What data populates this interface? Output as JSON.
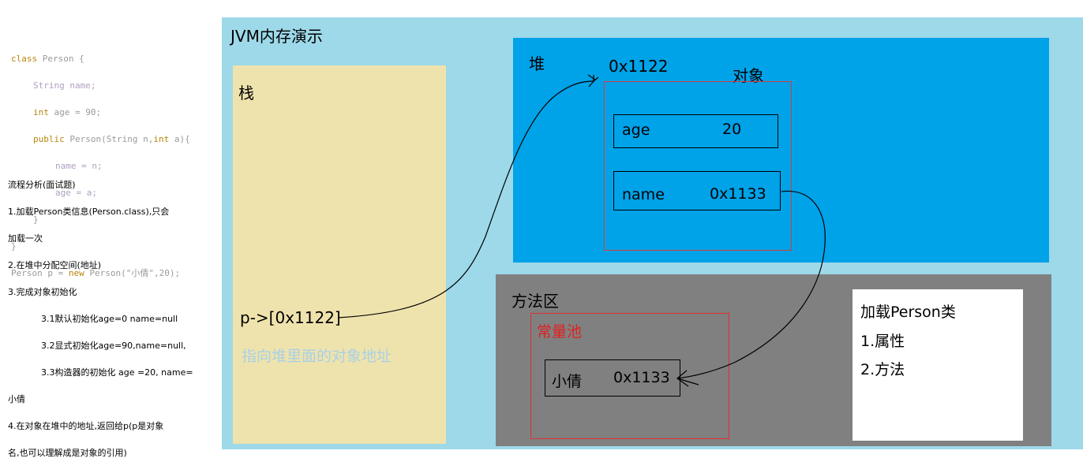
{
  "code": {
    "line1_kw": "class",
    "line1_name": "Person {",
    "line2": "String name;",
    "line3_kw": "int",
    "line3_rest": "age = 90;",
    "line4_kw": "public",
    "line4_name": "Person(String n,",
    "line4_kw2": "int",
    "line4_rest": "a){",
    "line5": "name = n;",
    "line6": "age = a;",
    "line7": "}",
    "line8": "}",
    "line9_a": "Person p =",
    "line9_kw": "new",
    "line9_b": "Person(\"小倩\",20);"
  },
  "notes": [
    "流程分析(面试题)",
    "1.加载Person类信息(Person.class),只会",
    "加载一次",
    "2.在堆中分配空间(地址)",
    "3.完成对象初始化",
    "    3.1默认初始化age=0 name=null",
    "    3.2显式初始化age=90,name=null,",
    "    3.3构造器的初始化 age =20, name=",
    "小倩",
    "4.在对象在堆中的地址,返回给p(p是对象",
    "名,也可以理解成是对象的引用)"
  ],
  "jvm": {
    "title": "JVM内存演示",
    "stack": {
      "label": "栈",
      "ref": "p->[0x1122]",
      "note": "指向堆里面的对象地址"
    },
    "heap": {
      "label": "堆",
      "address": "0x1122",
      "object_label": "对象",
      "fields": [
        {
          "name": "age",
          "value": "20"
        },
        {
          "name": "name",
          "value": "0x1133"
        }
      ]
    },
    "method_area": {
      "label": "方法区",
      "pool_label": "常量池",
      "pool_entry": {
        "value": "小倩",
        "address": "0x1133"
      },
      "load_lines": [
        "加载Person类",
        "1.属性",
        "2.方法"
      ]
    }
  },
  "colors": {
    "jvm_bg": "#9dd9e9",
    "stack_bg": "#efe3ad",
    "heap_bg": "#00a2e8",
    "method_bg": "#808080",
    "pool_border": "#e03030"
  }
}
